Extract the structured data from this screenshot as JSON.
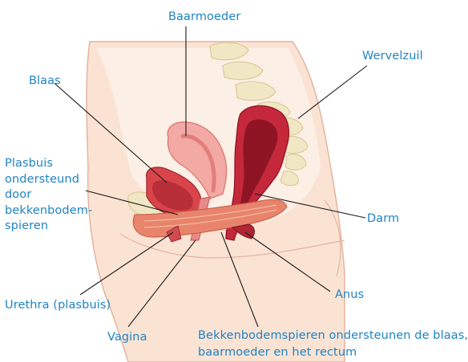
{
  "labels": {
    "baarmoeder": "Baarmoeder",
    "wervelzuil": "Wervelzuil",
    "blaas": "Blaas",
    "plasbuis": [
      "Plasbuis",
      "ondersteund",
      "door",
      "bekkenbodem-",
      "spieren"
    ],
    "darm": "Darm",
    "anus": "Anus",
    "urethra": "Urethra (plasbuis)",
    "vagina": "Vagina",
    "bekkenbodem": [
      "Bekkenbodemspieren ondersteunen de blaas,",
      "baarmoeder en het rectum"
    ]
  },
  "colors": {
    "label_text": "#1e83c4",
    "leader_lines": "#1a1a1a",
    "skin": "#fbe3d4",
    "skin_outline": "#e3b49f",
    "spine": "#f2e7c4",
    "uterus": "#f3a9a4",
    "bladder_wall": "#d9444b",
    "bowel_wall": "#c5283a",
    "bowel_inner": "#8e1424",
    "muscle": "#e8846b"
  }
}
